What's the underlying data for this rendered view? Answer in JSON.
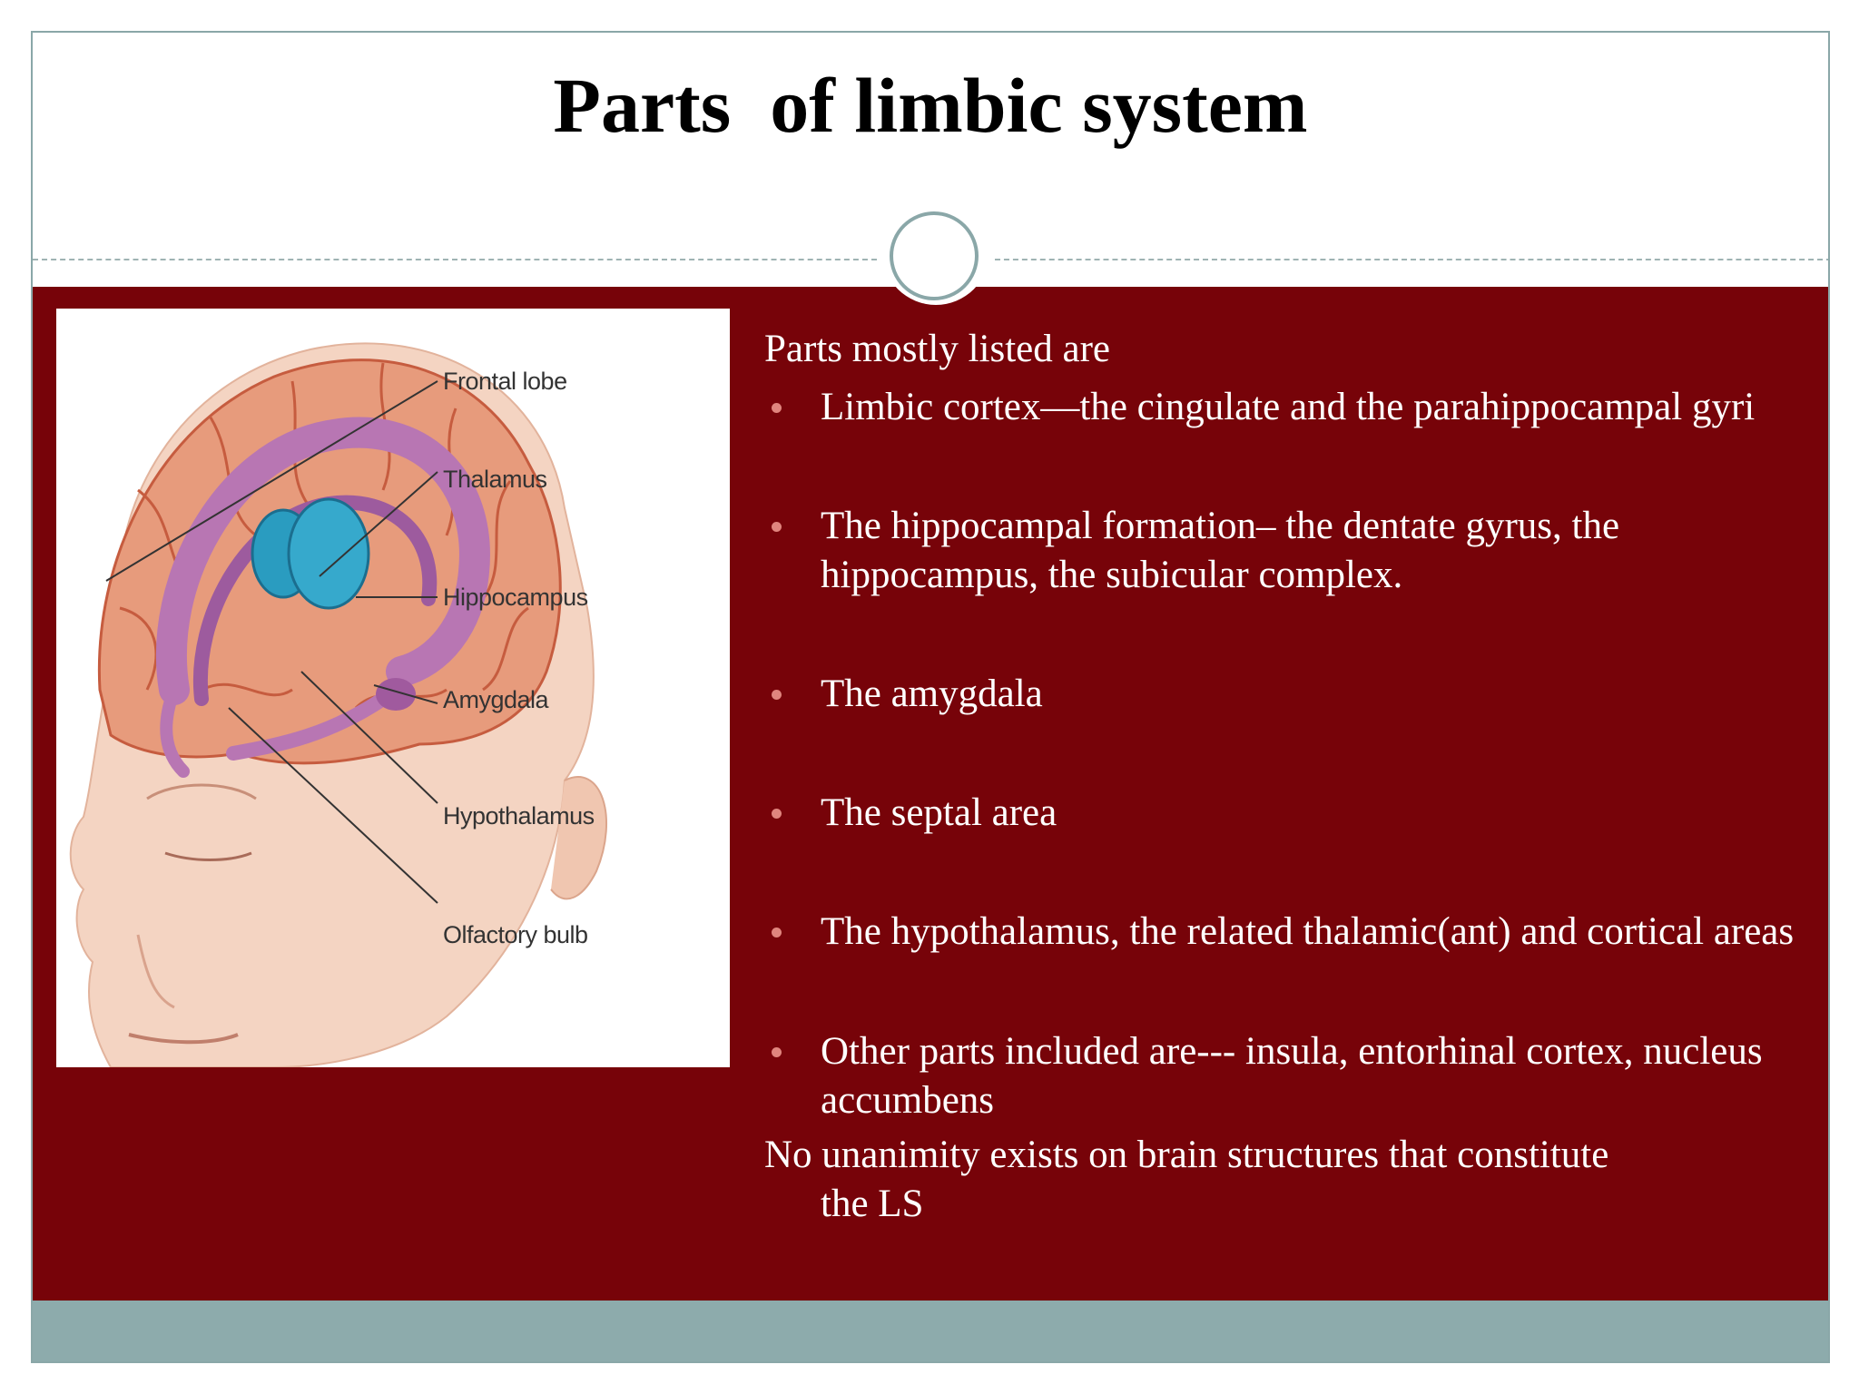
{
  "slide": {
    "title": "Parts  of limbic system",
    "intro": "Parts mostly listed are",
    "bullets": [
      "Limbic cortex—the cingulate and the parahippocampal  gyri",
      "The hippocampal formation– the dentate gyrus, the hippocampus, the subicular complex.",
      "The amygdala",
      "The septal area",
      "The hypothalamus, the related thalamic(ant) and cortical areas",
      "Other parts included are--- insula, entorhinal cortex, nucleus accumbens"
    ],
    "note_line1": "No  unanimity exists on brain structures that constitute",
    "note_line2": "the LS"
  },
  "figure": {
    "labels": {
      "frontal_lobe": "Frontal lobe",
      "thalamus": "Thalamus",
      "hippocampus": "Hippocampus",
      "amygdala": "Amygdala",
      "hypothalamus": "Hypothalamus",
      "olfactory_bulb": "Olfactory bulb"
    }
  },
  "colors": {
    "content_band": "#770309",
    "footer_band": "#8dabac",
    "accent_ring": "#8aa7a8",
    "bullet": "#e0857e"
  }
}
